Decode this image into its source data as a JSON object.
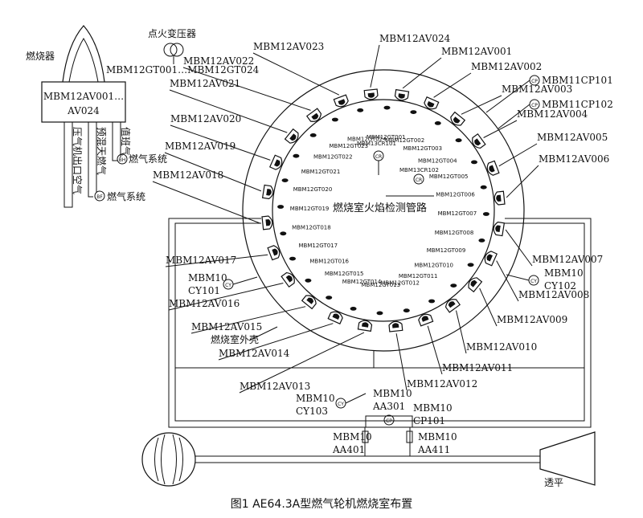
{
  "caption": "图1   AE64.3A型燃气轮机燃烧室布置",
  "labels": {
    "burner": "燃烧器",
    "burner_box_line1": "MBM12AV001…",
    "burner_box_line2": "AV024",
    "ignition_transformer": "点火变压器",
    "gt_range": "MBM12GT001…MBM12GT024",
    "compressor_air": "压气机出口空气",
    "premix_gas": "预混天燃气",
    "duty_gas": "值班气",
    "bh_gas_system": "燃气系统",
    "bf_gas_system": "燃气系统",
    "bh": "BH",
    "bf": "BF",
    "flame_pipe": "燃烧室火焰检测管路",
    "shell": "燃烧室外壳",
    "turbine": "透平",
    "cr101": "MBM13CR101",
    "cr102": "MBM13CR102",
    "cr": "CR",
    "cp": "CP",
    "cy": "CY",
    "cp101_label": "MBM11CP101",
    "cp102_label": "MBM11CP102",
    "cy101_l1": "MBM10",
    "cy101_l2": "CY101",
    "cy102_l1": "MBM10",
    "cy102_l2": "CY102",
    "cy103_l1": "MBM10",
    "cy103_l2": "CY103",
    "aa301_l1": "MBM10",
    "aa301_l2": "AA301",
    "cp101b_l1": "MBM10",
    "cp101b_l2": "CP101",
    "aa401_l1": "MBM10",
    "aa401_l2": "AA401",
    "aa411_l1": "MBM10",
    "aa411_l2": "AA411"
  },
  "av_labels": [
    "MBM12AV001",
    "MBM12AV002",
    "MBM12AV003",
    "MBM12AV004",
    "MBM12AV005",
    "MBM12AV006",
    "MBM12AV007",
    "MBM12AV008",
    "MBM12AV009",
    "MBM12AV010",
    "MBM12AV011",
    "MBM12AV012",
    "MBM12AV013",
    "MBM12AV014",
    "MBM12AV015",
    "MBM12AV016",
    "MBM12AV017",
    "MBM12AV018",
    "MBM12AV019",
    "MBM12AV020",
    "MBM12AV021",
    "MBM12AV022",
    "MBM12AV023",
    "MBM12AV024"
  ],
  "gt_labels": [
    "MBM12GT001",
    "MBM12GT002",
    "MBM12GT003",
    "MBM12GT004",
    "MBM12GT005",
    "MBM12GT006",
    "MBM12GT007",
    "MBM12GT008",
    "MBM12GT009",
    "MBM12GT010",
    "MBM12GT011",
    "MBM12GT012",
    "MBM12GT013",
    "MBM12GT014",
    "MBM12GT015",
    "MBM12GT016",
    "MBM12GT017",
    "MBM12GT018",
    "MBM12GT019",
    "MBM12GT020",
    "MBM12GT021",
    "MBM12GT022",
    "MBM12GT023",
    "MBM12GT024"
  ]
}
